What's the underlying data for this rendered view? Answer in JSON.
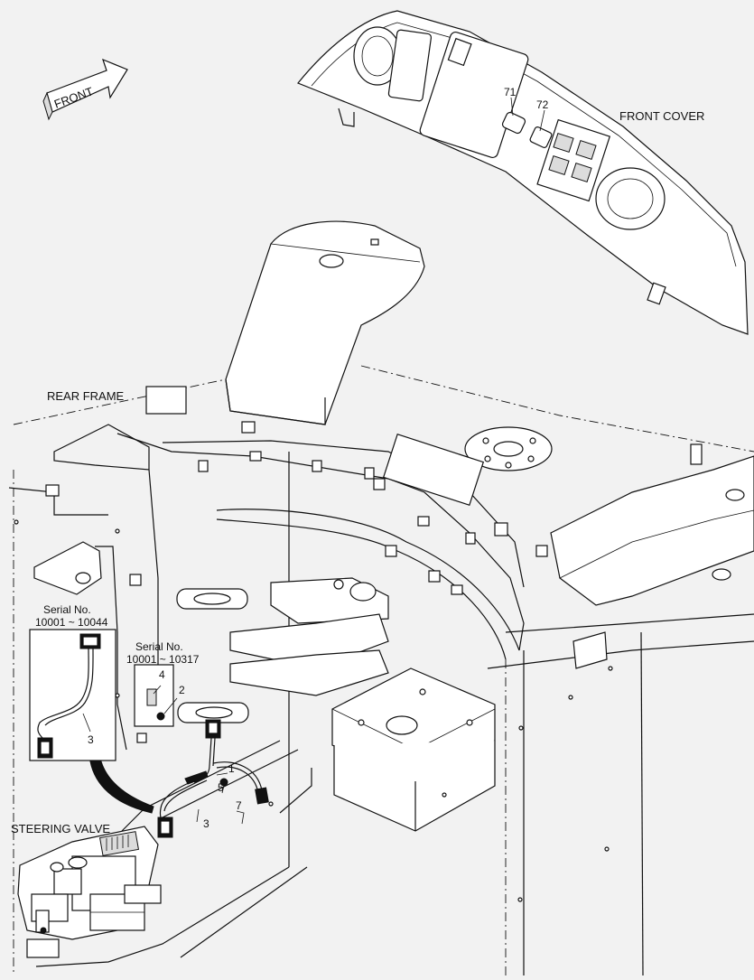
{
  "labels": {
    "front_arrow": "FRONT",
    "front_cover": "FRONT COVER",
    "rear_frame": "REAR FRAME",
    "steering_valve": "STEERING VALVE"
  },
  "insets": {
    "left": {
      "serial_title": "Serial No.",
      "serial_range": "10001 ~ 10044",
      "callout": "3"
    },
    "center": {
      "serial_title": "Serial No.",
      "serial_range": "10001 ~ 10317",
      "callout_4": "4",
      "callout_2": "2"
    }
  },
  "callouts": {
    "c71": "71",
    "c72": "72",
    "c1": "1",
    "c3": "3",
    "c5": "5",
    "c7": "7"
  }
}
